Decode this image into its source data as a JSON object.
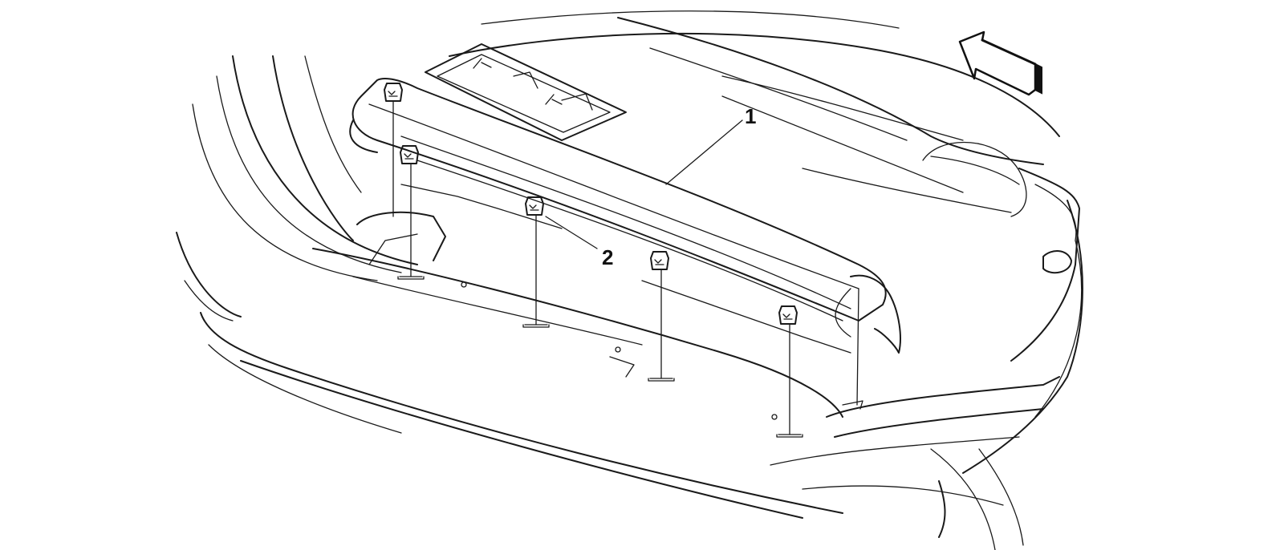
{
  "callouts": [
    {
      "id": "1",
      "label": "1"
    },
    {
      "id": "2",
      "label": "2"
    }
  ],
  "icons": {
    "direction_arrow": "front-direction-arrow-icon",
    "clip": "retainer-clip-icon"
  },
  "colors": {
    "line": "#1a1a1a",
    "background": "#ffffff"
  }
}
